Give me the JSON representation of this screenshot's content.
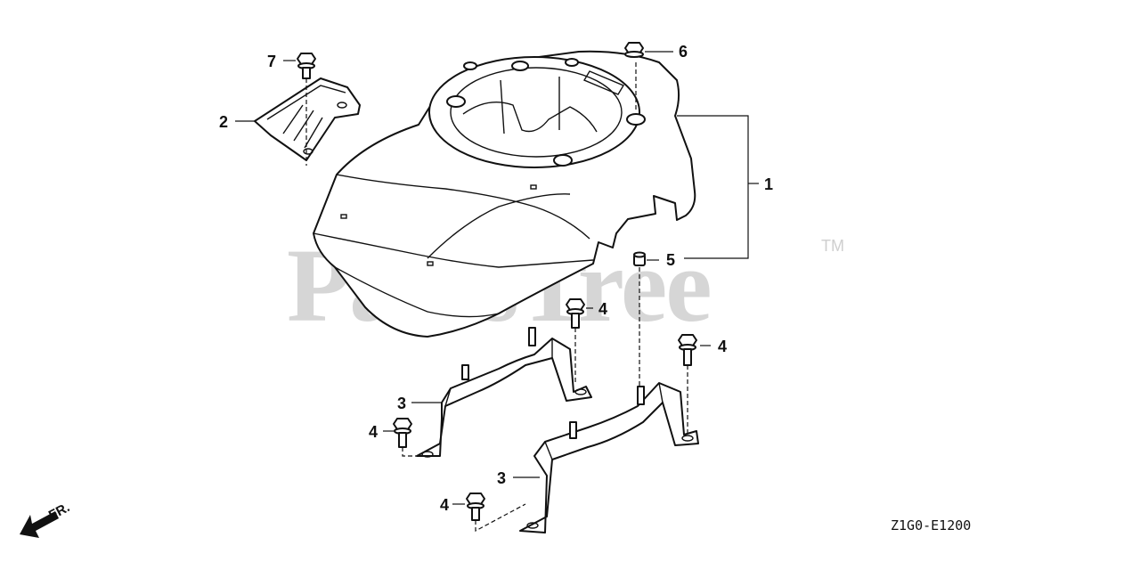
{
  "watermark": {
    "text": "PartsTree",
    "trademark": "TM"
  },
  "diagram_code": "Z1G0-E1200",
  "front_indicator": {
    "label": "FR.",
    "icon": "front-arrow-icon"
  },
  "callouts": [
    {
      "id": "callout-1",
      "label": "1"
    },
    {
      "id": "callout-2",
      "label": "2"
    },
    {
      "id": "callout-3-upper",
      "label": "3"
    },
    {
      "id": "callout-3-lower",
      "label": "3"
    },
    {
      "id": "callout-4-center",
      "label": "4"
    },
    {
      "id": "callout-4-right",
      "label": "4"
    },
    {
      "id": "callout-4-left",
      "label": "4"
    },
    {
      "id": "callout-4-bottom",
      "label": "4"
    },
    {
      "id": "callout-5",
      "label": "5"
    },
    {
      "id": "callout-6",
      "label": "6"
    },
    {
      "id": "callout-7",
      "label": "7"
    }
  ]
}
